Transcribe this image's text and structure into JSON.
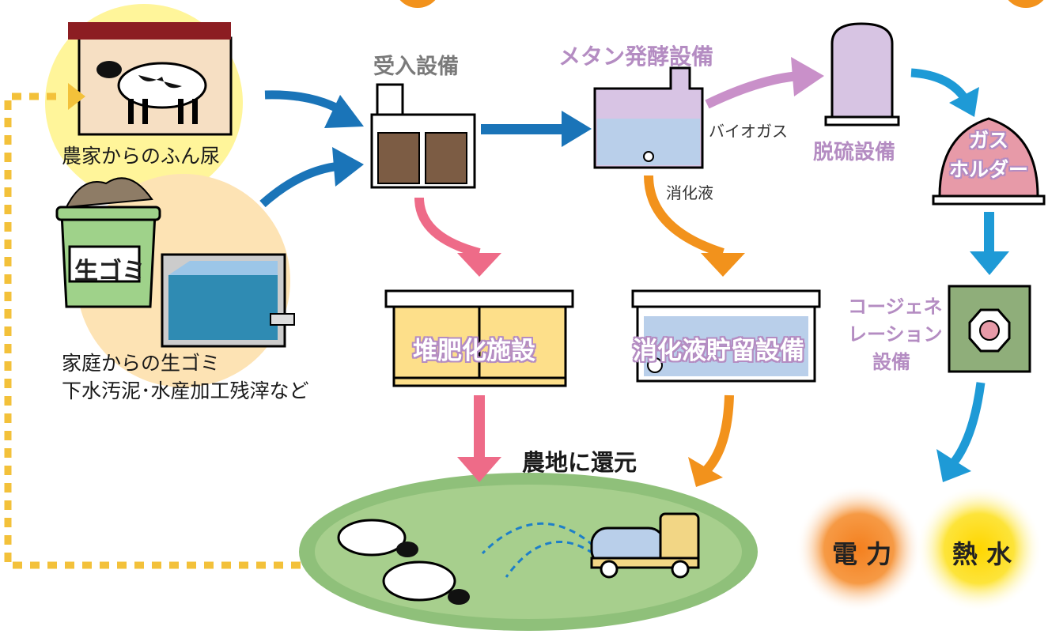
{
  "labels": {
    "farm_manure": "農家からのふん尿",
    "household_waste_line1": "家庭からの生ゴミ",
    "household_waste_line2": "下水汚泥･水産加工残滓など",
    "bucket_label": "生ゴミ",
    "receiving": "受入設備",
    "methane": "メタン発酵設備",
    "biogas": "バイオガス",
    "digestate": "消化液",
    "desulfurization": "脱硫設備",
    "gas_holder_line1": "ガス",
    "gas_holder_line2": "ホルダー",
    "compost": "堆肥化施設",
    "digestate_storage": "消化液貯留設備",
    "cogeneration_line1": "コージェネ",
    "cogeneration_line2": "レーション",
    "cogeneration_line3": "設備",
    "return_to_farmland": "農地に還元",
    "electricity": "電 力",
    "hot_water": "熱 水"
  },
  "colors": {
    "blue_arrow": "#1a74b8",
    "cyan_arrow": "#1e9ad6",
    "purple_arrow": "#c990c9",
    "pink_arrow": "#ee6b88",
    "orange_arrow": "#f2921c",
    "dotted_loop": "#f3c13a",
    "purple_text": "#b48cc2",
    "gray_text": "#7a7a7a"
  },
  "icons": [
    "barn-icon",
    "cow-icon",
    "garbage-bucket-icon",
    "waste-tank-icon",
    "receiving-tank-icon",
    "digester-tank-icon",
    "desulfurizer-icon",
    "gas-holder-icon",
    "cogeneration-icon",
    "compost-facility-icon",
    "storage-tank-icon",
    "farmland-icon",
    "truck-icon"
  ]
}
